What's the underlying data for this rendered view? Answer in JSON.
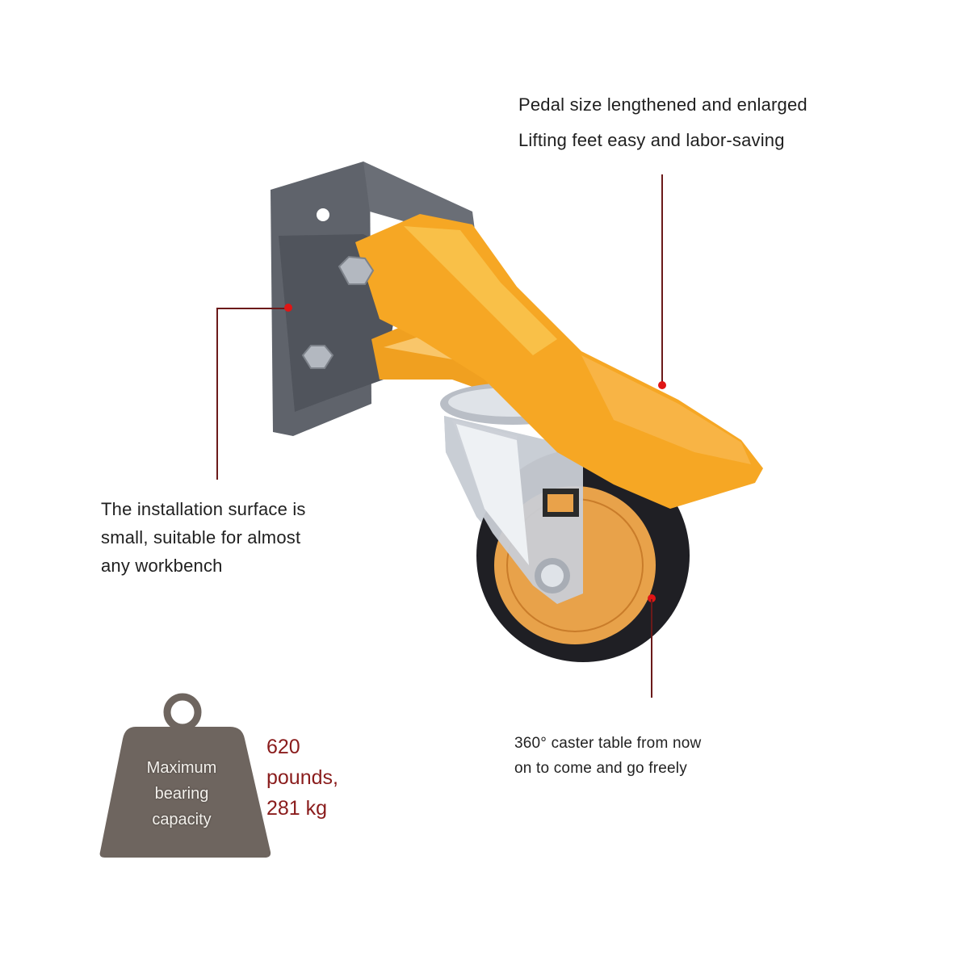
{
  "callouts": {
    "pedal": {
      "line1": "Pedal size lengthened and enlarged",
      "line2": "Lifting feet easy and labor-saving"
    },
    "installation": {
      "line1": "The installation surface is",
      "line2": "small, suitable for almost",
      "line3": "any workbench"
    },
    "caster": {
      "line1": "360° caster table from now",
      "line2": "on to come and go freely"
    }
  },
  "capacity": {
    "badge_line1": "Maximum",
    "badge_line2": "bearing",
    "badge_line3": "capacity",
    "value_line1": "620",
    "value_line2": "pounds,",
    "value_line3": "281 kg"
  },
  "colors": {
    "pedal_orange": "#f5a623",
    "bracket_gray": "#5b5e66",
    "wheel_black": "#1e1e22",
    "hub_orange": "#e8a24a",
    "weight_brown": "#6e655f",
    "leader_line": "#6b1a1a",
    "marker_dot": "#e01515",
    "capacity_text": "#8a1c1c"
  }
}
